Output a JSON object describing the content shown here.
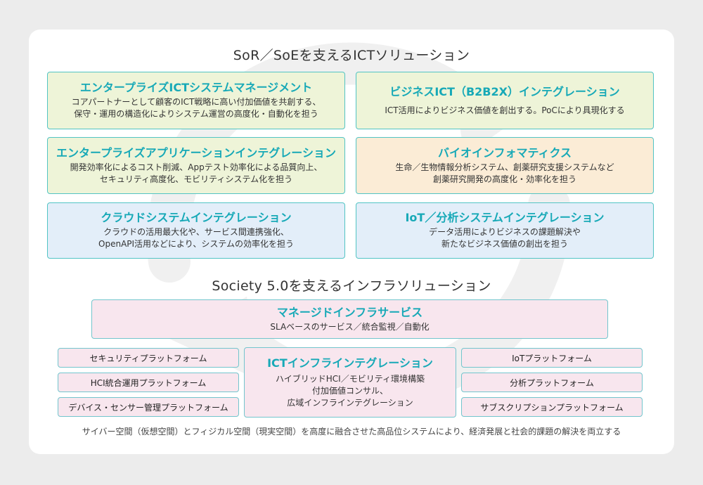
{
  "sor": {
    "title": "SoR／SoEを支えるICTソリューション",
    "cards": [
      {
        "title": "エンタープライズICTシステムマネージメント",
        "lines": [
          "コアパートナーとして顧客のICT戦略に高い付加価値を共創する、",
          "保守・運用の構造化によりシステム運営の高度化・自動化を担う"
        ]
      },
      {
        "title": "ビジネスICT（B2B2X）インテグレーション",
        "lines": [
          "ICT活用によりビジネス価値を創出する。PoCにより具現化する"
        ]
      },
      {
        "title": "エンタープライズアプリケーションインテグレーション",
        "lines": [
          "開発効率化によるコスト削減、Appテスト効率化による品質向上、",
          "セキュリティ高度化、モビリティシステム化を担う"
        ]
      },
      {
        "title": "バイオインフォマティクス",
        "lines": [
          "生命／生物情報分析システム、創薬研究支援システムなど",
          "創薬研究開発の高度化・効率化を担う"
        ]
      },
      {
        "title": "クラウドシステムインテグレーション",
        "lines": [
          "クラウドの活用最大化や、サービス間連携強化、",
          "OpenAPI活用などにより、システムの効率化を担う"
        ]
      },
      {
        "title": "IoT／分析システムインテグレーション",
        "lines": [
          "データ活用によりビジネスの課題解決や",
          "新たなビジネス価値の創出を担う"
        ]
      }
    ]
  },
  "society": {
    "title": "Society 5.0を支えるインフラソリューション",
    "managed": {
      "title": "マネージドインフラサービス",
      "desc": "SLAベースのサービス／統合監視／自動化"
    },
    "left_platforms": [
      "セキュリティプラットフォーム",
      "HCI統合運用プラットフォーム",
      "デバイス・センサー管理プラットフォーム"
    ],
    "center": {
      "title": "ICTインフラインテグレーション",
      "lines": [
        "ハイブリッドHCI／モビリティ環境構築",
        "付加価値コンサル、",
        "広域インフラインテグレーション"
      ]
    },
    "right_platforms": [
      "IoTプラットフォーム",
      "分析プラットフォーム",
      "サブスクリプションプラットフォーム"
    ]
  },
  "footer": "サイバー空間（仮想空間）とフィジカル空間（現実空間）を高度に融合させた高品位システムにより、経済発展と社会的課題の解決を両立する",
  "colors": {
    "accent": "#17a9b7",
    "border": "#52c4c4",
    "green_bg": "#eef4d8",
    "orange_bg": "#fbecd6",
    "blue_bg": "#e3eef9",
    "pink_bg": "#f8e6ee"
  }
}
